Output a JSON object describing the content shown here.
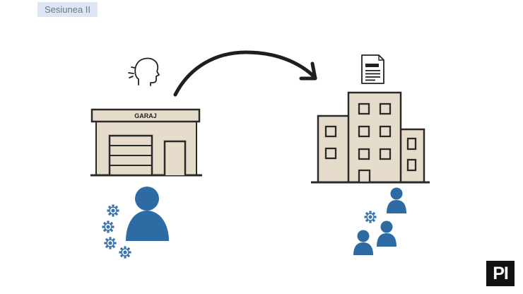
{
  "header": {
    "session_label": "Sesiunea II"
  },
  "garage": {
    "sign_text": "GARAJ"
  },
  "logo": {
    "text": "PI"
  },
  "colors": {
    "building_fill": "#e6dccb",
    "outline": "#2a2a2a",
    "person_blue": "#2e6aa3",
    "gear_blue": "#3d74ad",
    "arrow": "#1f1f1f",
    "tag_bg": "#dde6f2"
  },
  "icons": {
    "speaking": "speaking-head-icon",
    "document": "document-icon",
    "gear": "gear-icon",
    "person": "person-icon",
    "logo": "pi-logo"
  }
}
